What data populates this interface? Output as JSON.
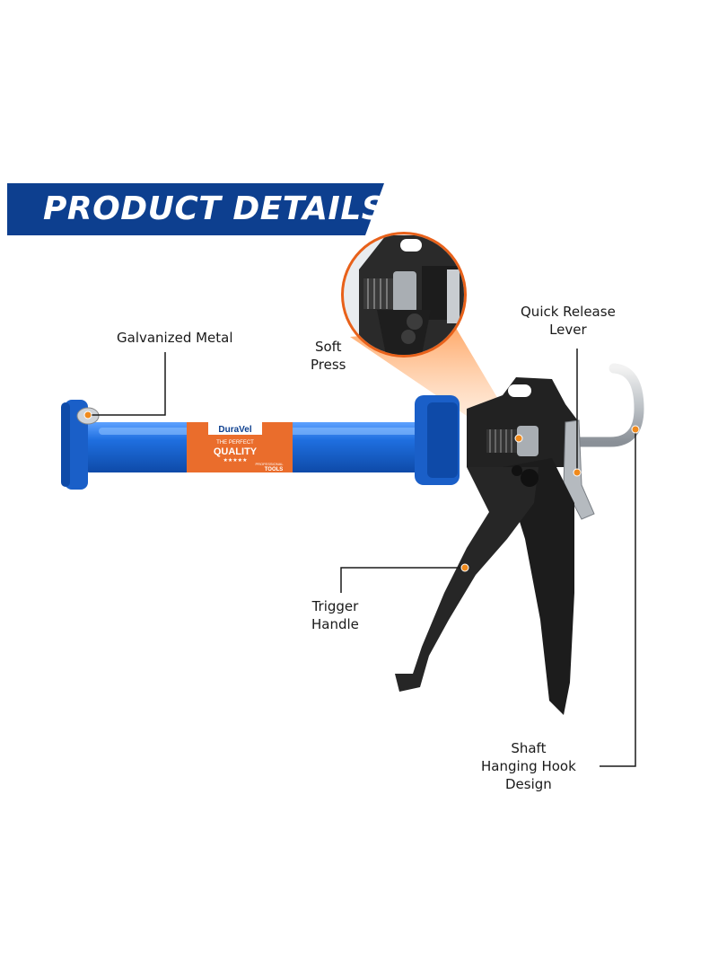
{
  "banner": {
    "title": "PRODUCT DETAILS"
  },
  "labels": {
    "galvanized": "Galvanized Metal",
    "soft_line1": "Soft",
    "soft_line2": "Press",
    "quick_line1": "Quick Release",
    "quick_line2": "Lever",
    "trigger_line1": "Trigger",
    "trigger_line2": "Handle",
    "hook_line1": "Shaft",
    "hook_line2": "Hanging Hook",
    "hook_line3": "Design"
  },
  "product_label": {
    "brand": "DuraVel",
    "tagline": "THE PERFECT",
    "quality": "QUALITY",
    "stars": "★★★★★",
    "pro": "PROFESSIONAL",
    "tools": "TOOLS"
  },
  "colors": {
    "banner": "#0d3f8f",
    "barrel": "#1f6fe0",
    "accent": "#e8611a",
    "handle": "#1c1c1c",
    "dot": "#f08a1c"
  }
}
